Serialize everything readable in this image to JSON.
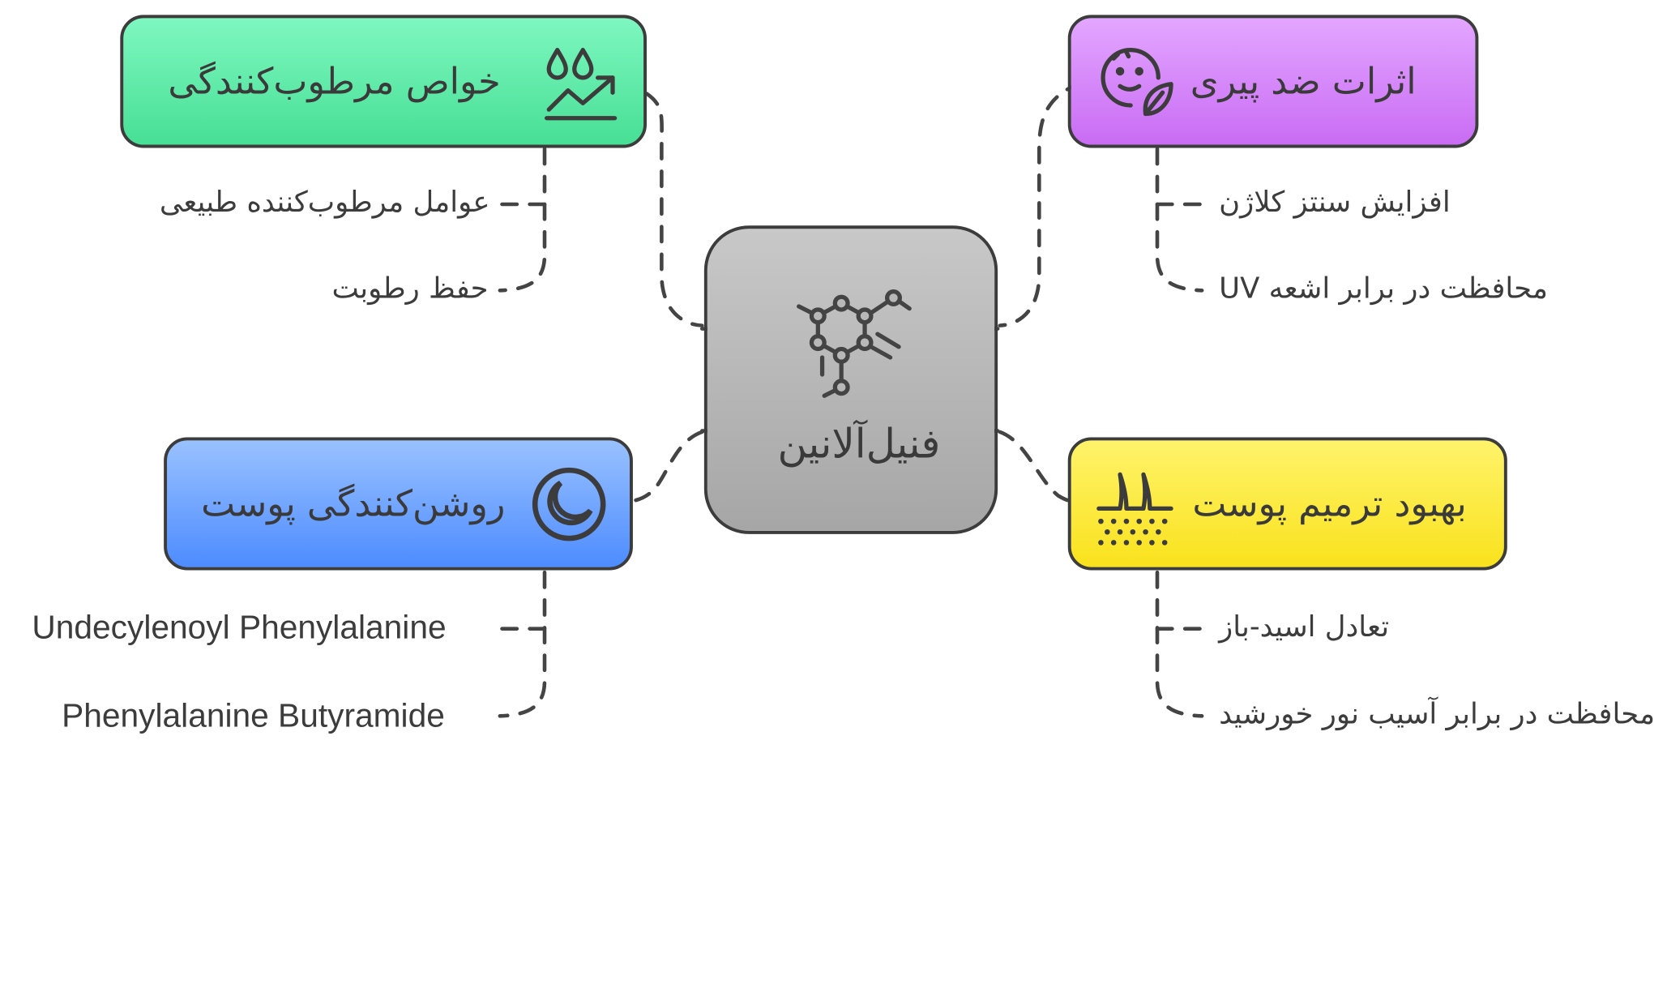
{
  "center": {
    "label": "فنیل‌آلانین",
    "icon": "molecule-icon",
    "fill_top": "#c8c8c8",
    "fill_bottom": "#a6a6a6"
  },
  "branches": [
    {
      "id": "moisturizing",
      "title": "خواص مرطوب‌کنندگی",
      "icon": "water-drops-growth-icon",
      "fill_top": "#7ef7c0",
      "fill_bottom": "#47df95",
      "leaves": [
        "عوامل مرطوب‌کننده طبیعی",
        "حفظ رطوبت"
      ]
    },
    {
      "id": "anti-aging",
      "title": "اثرات ضد پیری",
      "icon": "face-leaf-icon",
      "fill_top": "#e3a6ff",
      "fill_bottom": "#c96cf4",
      "leaves": [
        "افزایش سنتز کلاژن",
        "محافظت در برابر اشعه UV"
      ]
    },
    {
      "id": "brightening",
      "title": "روشن‌کنندگی پوست",
      "icon": "moon-circle-icon",
      "fill_top": "#99c1ff",
      "fill_bottom": "#4d8cff",
      "leaves": [
        "Undecylenoyl Phenylalanine",
        "Phenylalanine Butyramide"
      ]
    },
    {
      "id": "repair",
      "title": "بهبود ترمیم پوست",
      "icon": "skin-hair-icon",
      "fill_top": "#fff36b",
      "fill_bottom": "#f9e21c",
      "leaves": [
        "تعادل اسید-باز",
        "محافظت در برابر آسیب نور خورشید"
      ]
    }
  ],
  "line_color": "#444444"
}
